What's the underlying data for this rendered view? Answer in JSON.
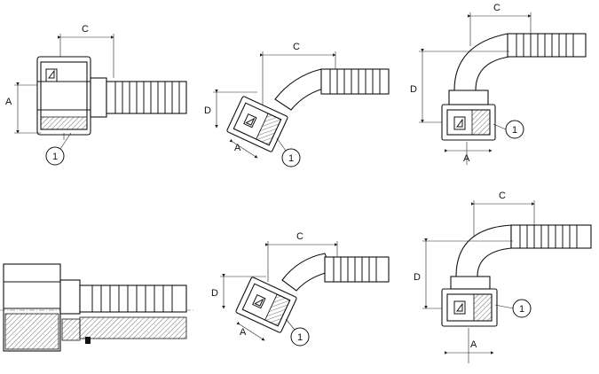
{
  "labels": {
    "dim_a": "A",
    "dim_c": "C",
    "dim_d": "D",
    "callout": "1"
  },
  "colors": {
    "line": "#111111",
    "background": "#ffffff"
  }
}
